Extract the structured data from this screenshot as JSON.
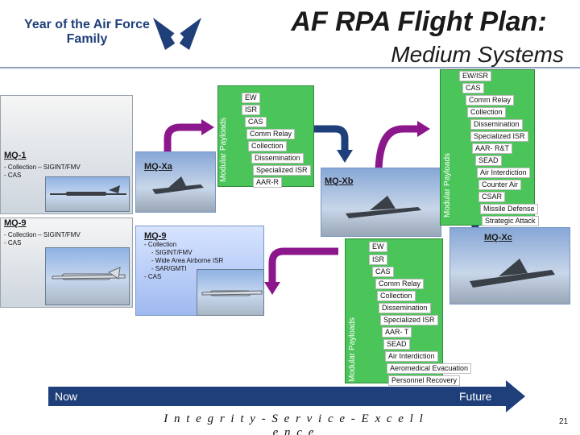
{
  "header": {
    "logo_line1": "Year of the Air Force",
    "logo_line2": "Family",
    "title": "AF RPA Flight Plan:",
    "subtitle": "Medium Systems"
  },
  "mq1": {
    "name": "MQ-1",
    "lines": "- Collection – SIGINT/FMV\n- CAS"
  },
  "mq9_left": {
    "name": "MQ-9",
    "lines": "- Collection – SIGINT/FMV\n- CAS"
  },
  "mqxa": {
    "name": "MQ-Xa",
    "payload_label": "Modular Payloads",
    "items": [
      "EW",
      "ISR",
      "CAS",
      "Comm Relay",
      "Collection",
      "Dissemination",
      "Specialized ISR",
      "AAR-R"
    ]
  },
  "mq9_center": {
    "name": "MQ-9",
    "lines": "- Collection\n    - SIGINT/FMV\n    - Wide Area Airborne ISR\n    - SAR/GMTI\n- CAS"
  },
  "mqxb": {
    "name": "MQ-Xb"
  },
  "mqxc": {
    "name": "MQ-Xc",
    "payload_label": "Modular Payloads",
    "items": [
      "EW/ISR",
      "CAS",
      "Comm Relay",
      "Collection",
      "Dissemination",
      "Specialized ISR",
      "AAR- R&T",
      "SEAD",
      "Air Interdiction",
      "Counter Air",
      "CSAR",
      "Missile Defense",
      "Strategic Attack"
    ]
  },
  "lower_payloads": {
    "payload_label": "Modular Payloads",
    "items": [
      "EW",
      "ISR",
      "CAS",
      "Comm Relay",
      "Collection",
      "Dissemination",
      "Specialized ISR",
      "AAR- T",
      "SEAD",
      "Air Interdiction",
      "Aeromedical Evacuation",
      "Personnel Recovery"
    ]
  },
  "timeline": {
    "now": "Now",
    "future": "Future"
  },
  "footer": {
    "motto": "I n t e g r i t y  -  S e r v i c e  -  E x c e l l e n c e",
    "page_number": "21"
  },
  "colors": {
    "arrow_dark": "#1f3f7a",
    "arrow_purple": "#8c168c",
    "payload_green": "#4bc45a",
    "box_blue": "#9fb9f0"
  }
}
